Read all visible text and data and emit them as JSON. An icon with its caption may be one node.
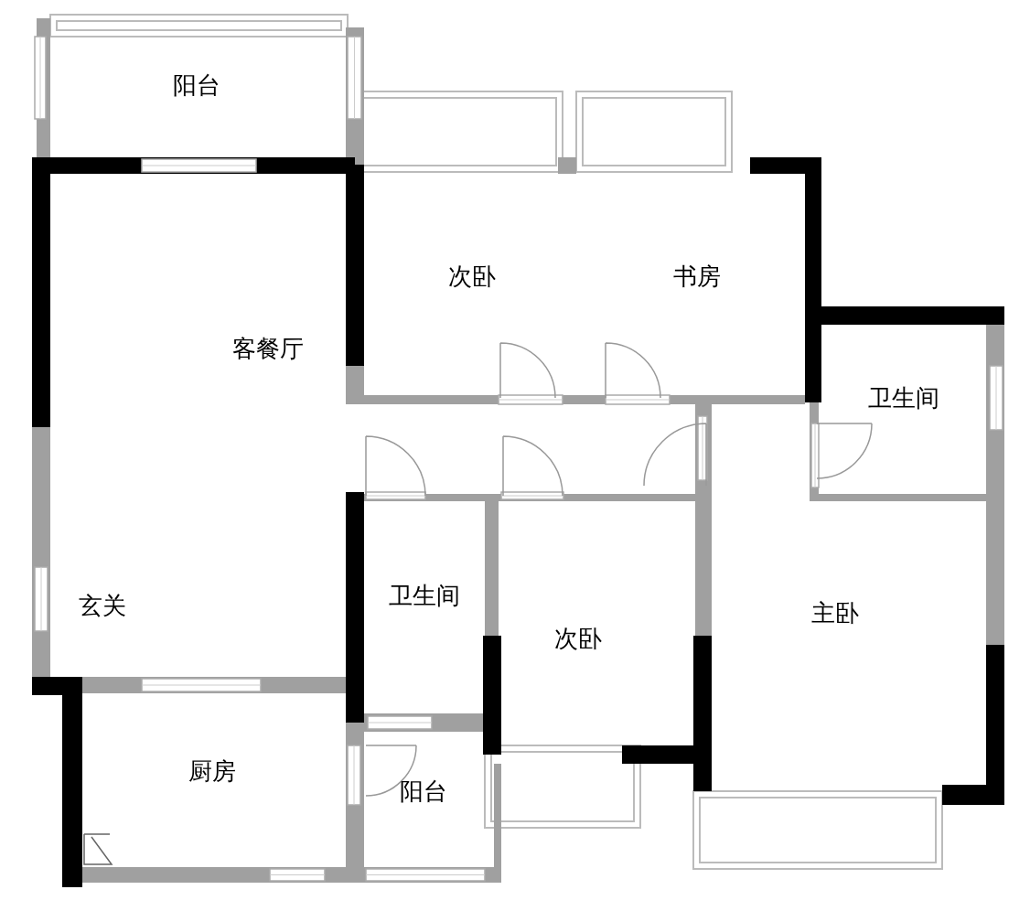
{
  "diagram": {
    "nodes": [
      {
        "text": [
          "阳台"
        ]
      },
      {
        "text": [
          "客餐厅"
        ]
      },
      {
        "text": [
          "次卧"
        ]
      },
      {
        "text": [
          "书房"
        ]
      },
      {
        "text": [
          "卫生间"
        ]
      },
      {
        "text": [
          "卫生间"
        ]
      },
      {
        "text": [
          "次卧"
        ]
      },
      {
        "text": [
          "主卧"
        ]
      },
      {
        "text": [
          "厨房"
        ]
      },
      {
        "text": [
          "阳台"
        ]
      }
    ],
    "labels": [
      "玄关"
    ]
  }
}
